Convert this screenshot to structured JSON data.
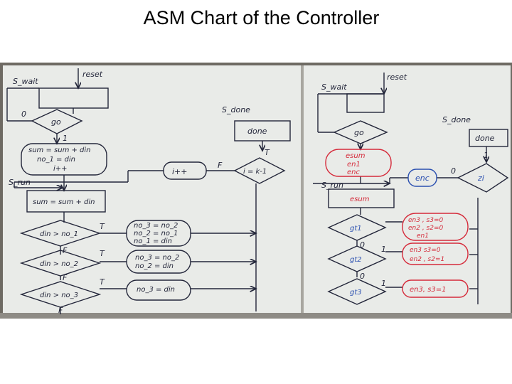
{
  "slide": {
    "title": "ASM Chart of the Controller"
  },
  "colors": {
    "ink_dark": "#23263a",
    "ink_red": "#d52a3a",
    "ink_blue": "#2a4fb0",
    "board": "#e9ebe8",
    "frame": "#6e6a63"
  },
  "left_chart": {
    "wait_label": "S_wait",
    "reset_label": "reset",
    "go_label": "go",
    "go_zero": "0",
    "go_one": "1",
    "init_lines": [
      "sum = sum + din",
      "no_1 = din",
      "i++"
    ],
    "run_label": "S_run",
    "run_box": "sum = sum + din",
    "cond1": "din > no_1",
    "cond2": "din > no_2",
    "cond3": "din > no_3",
    "true_label": "T",
    "false_label": "F",
    "act1": [
      "no_3 = no_2",
      "no_2 = no_1",
      "no_1 = din"
    ],
    "act2": [
      "no_3 = no_2",
      "no_2 = din"
    ],
    "act3": "no_3 = din",
    "inc_label": "i++",
    "done_label": "S_done",
    "done_box": "done",
    "loop_cond": "i = k-1"
  },
  "right_chart": {
    "wait_label": "S_wait",
    "reset_label": "reset",
    "go_label": "go",
    "start_actions": [
      "esum",
      "en1",
      "enc"
    ],
    "run_label": "S_run",
    "run_box": "esum",
    "enc_label": "enc",
    "done_label": "S_done",
    "done_box": "done",
    "zi_label": "zi",
    "zero": "0",
    "one": "1",
    "gt1": "gt1",
    "gt2": "gt2",
    "gt3": "gt3",
    "act1": [
      "en3 , s3=0",
      "en2 , s2=0",
      "en1"
    ],
    "act2": [
      "en3 s3=0",
      "en2 , s2=1"
    ],
    "act3": "en3, s3=1"
  }
}
